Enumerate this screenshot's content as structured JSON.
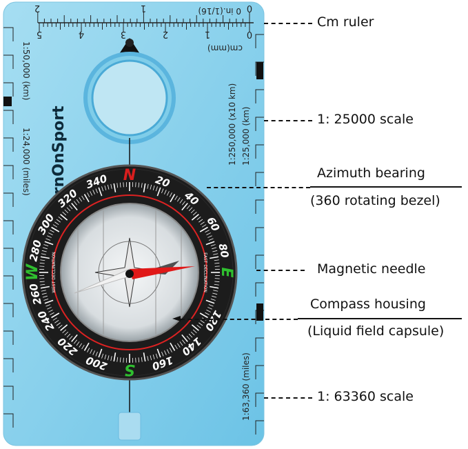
{
  "plate": {
    "brand": "TurnOnSport",
    "ruler_inch_label": "0 in.(1/16)",
    "ruler_inch_ticks": [
      "0",
      "1",
      "2"
    ],
    "ruler_cm_label": "cm(mm)",
    "ruler_cm_ticks": [
      "0",
      "1",
      "2",
      "3",
      "4",
      "5"
    ],
    "left_scale_1": "1:50,000 (km)",
    "left_scale_2": "1:24,000 (miles)",
    "right_scale_1": "1:250,000 (x10 km)",
    "right_scale_2": "1:25,000 (km)",
    "right_scale_3": "1:63,360 (miles)",
    "declination_west": "WEST DECLINATION",
    "declination_east": "EAST DECLINATION"
  },
  "bezel": {
    "numbers": [
      "N",
      "20",
      "40",
      "60",
      "80",
      "E",
      "120",
      "140",
      "160",
      "S",
      "200",
      "220",
      "240",
      "260",
      "W",
      "280",
      "300",
      "320",
      "340"
    ],
    "cardinals": {
      "N": "N",
      "E": "E",
      "S": "S",
      "W": "W"
    }
  },
  "callouts": {
    "cm_ruler": "Cm ruler",
    "scale_25000": "1: 25000 scale",
    "azimuth_title": "Azimuth bearing",
    "azimuth_sub": "(360 rotating bezel)",
    "needle": "Magnetic needle",
    "housing_title": "Compass housing",
    "housing_sub": "(Liquid field capsule)",
    "scale_63360": "1: 63360 scale"
  },
  "colors": {
    "plate": "#8fd3ee",
    "bezel": "#1a1a1a",
    "north": "#d81e1e",
    "cardinal_green": "#2fbf2f",
    "needle_red": "#e01818"
  }
}
